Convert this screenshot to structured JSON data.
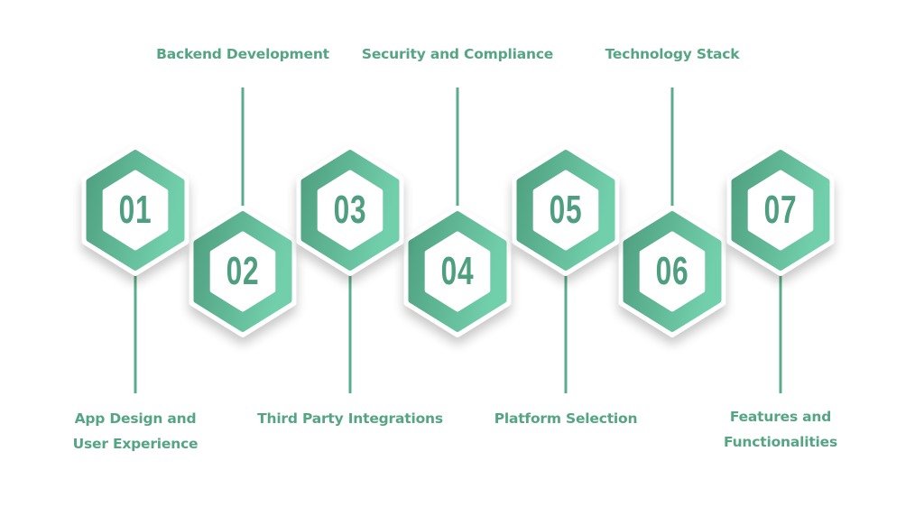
{
  "colors": {
    "green_dark": "#4e9f80",
    "green_light": "#72cfac",
    "line": "#5aad8c",
    "text": "#55a585",
    "background": "#ffffff"
  },
  "steps": [
    {
      "number": "01",
      "label_lines": [
        "App Design and",
        "User Experience"
      ],
      "label_position": "bottom",
      "label": "App Design and User Experience"
    },
    {
      "number": "02",
      "label_lines": [
        "Backend Development"
      ],
      "label_position": "top",
      "label": "Backend Development"
    },
    {
      "number": "03",
      "label_lines": [
        "Third Party Integrations"
      ],
      "label_position": "bottom",
      "label": "Third Party Integrations"
    },
    {
      "number": "04",
      "label_lines": [
        "Security and Compliance"
      ],
      "label_position": "top",
      "label": "Security and Compliance"
    },
    {
      "number": "05",
      "label_lines": [
        "Platform Selection"
      ],
      "label_position": "bottom",
      "label": "Platform Selection"
    },
    {
      "number": "06",
      "label_lines": [
        "Technology Stack"
      ],
      "label_position": "top",
      "label": "Technology Stack"
    },
    {
      "number": "07",
      "label_lines": [
        "Features and",
        "Functionalities"
      ],
      "label_position": "bottom",
      "label": "Features and Functionalities"
    }
  ]
}
